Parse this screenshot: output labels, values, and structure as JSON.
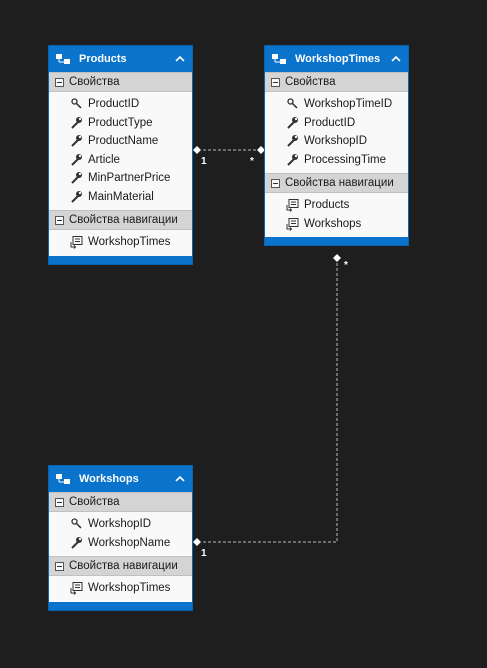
{
  "entities": {
    "products": {
      "title": "Products",
      "properties_label": "Свойства",
      "properties": [
        "ProductID",
        "ProductType",
        "ProductName",
        "Article",
        "MinPartnerPrice",
        "MainMaterial"
      ],
      "nav_label": "Свойства навигации",
      "nav": [
        "WorkshopTimes"
      ]
    },
    "workshoptimes": {
      "title": "WorkshopTimes",
      "properties_label": "Свойства",
      "properties": [
        "WorkshopTimeID",
        "ProductID",
        "WorkshopID",
        "ProcessingTime"
      ],
      "nav_label": "Свойства навигации",
      "nav": [
        "Products",
        "Workshops"
      ]
    },
    "workshops": {
      "title": "Workshops",
      "properties_label": "Свойства",
      "properties": [
        "WorkshopID",
        "WorkshopName"
      ],
      "nav_label": "Свойства навигации",
      "nav": [
        "WorkshopTimes"
      ]
    }
  },
  "associations": {
    "products_workshoptimes": {
      "from_mult": "1",
      "to_mult": "*"
    },
    "workshops_workshoptimes": {
      "from_mult": "1",
      "to_mult": "*"
    }
  },
  "colors": {
    "header": "#0a73cc",
    "section": "#d4d4d4",
    "background": "#1e1e1e",
    "connector": "#bbbbbb"
  }
}
